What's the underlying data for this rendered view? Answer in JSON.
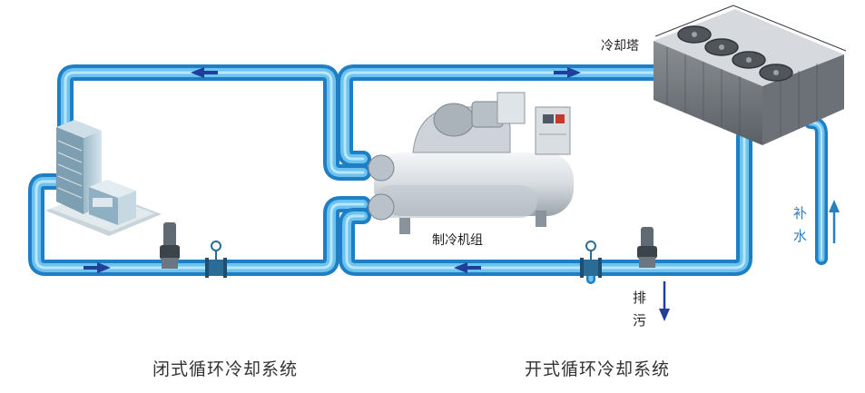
{
  "labels": {
    "cooling_tower": "冷却塔",
    "chiller": "制冷机组",
    "makeup_water_1": "补",
    "makeup_water_2": "水",
    "blowdown_1": "排",
    "blowdown_2": "污",
    "closed_system": "闭式循环冷却系统",
    "open_system": "开式循环冷却系统"
  },
  "colors": {
    "pipe_light": "#8fd3f5",
    "pipe_main": "#39a9e8",
    "pipe_dark": "#1f7fc4",
    "arrow": "#1f3f99",
    "label_blue": "#2a7fc1"
  },
  "icons": [
    "building-icon",
    "chiller-icon",
    "cooling-tower-icon",
    "pump-icon",
    "valve-icon"
  ]
}
